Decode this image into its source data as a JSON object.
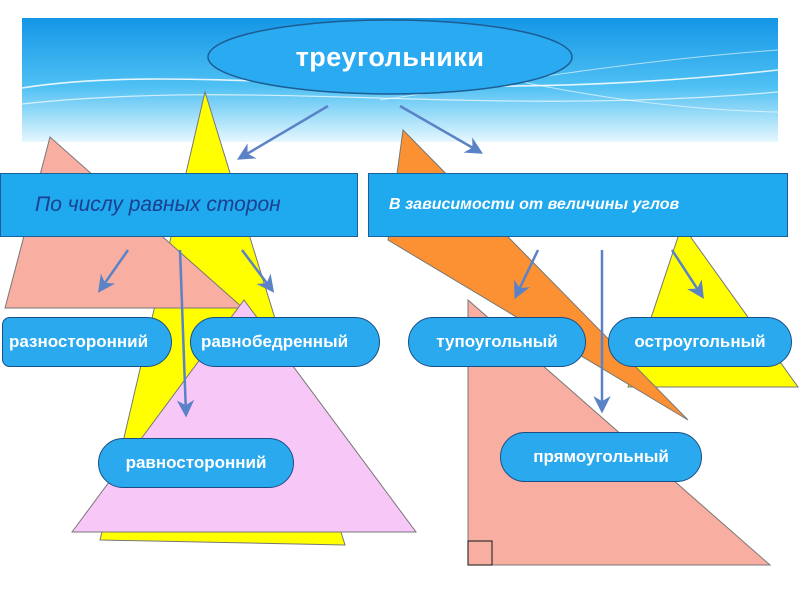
{
  "title": "треугольники",
  "categories": {
    "by_sides": "По числу равных сторон",
    "by_angles": "В зависимости от величины углов"
  },
  "types": {
    "scalene": "разносторонний",
    "isosceles": "равнобедренный",
    "equilateral": "равносторонний",
    "obtuse": "тупоугольный",
    "acute": "остроугольный",
    "right": "прямоугольный"
  },
  "colors": {
    "banner_blue": "#19a8f0",
    "box_blue": "#1fa9ee",
    "salmon": "#f8aea0",
    "yellow": "#ffff00",
    "pink": "#f7c8f7",
    "orange": "#fb9133",
    "arrow": "#5b82c6"
  }
}
